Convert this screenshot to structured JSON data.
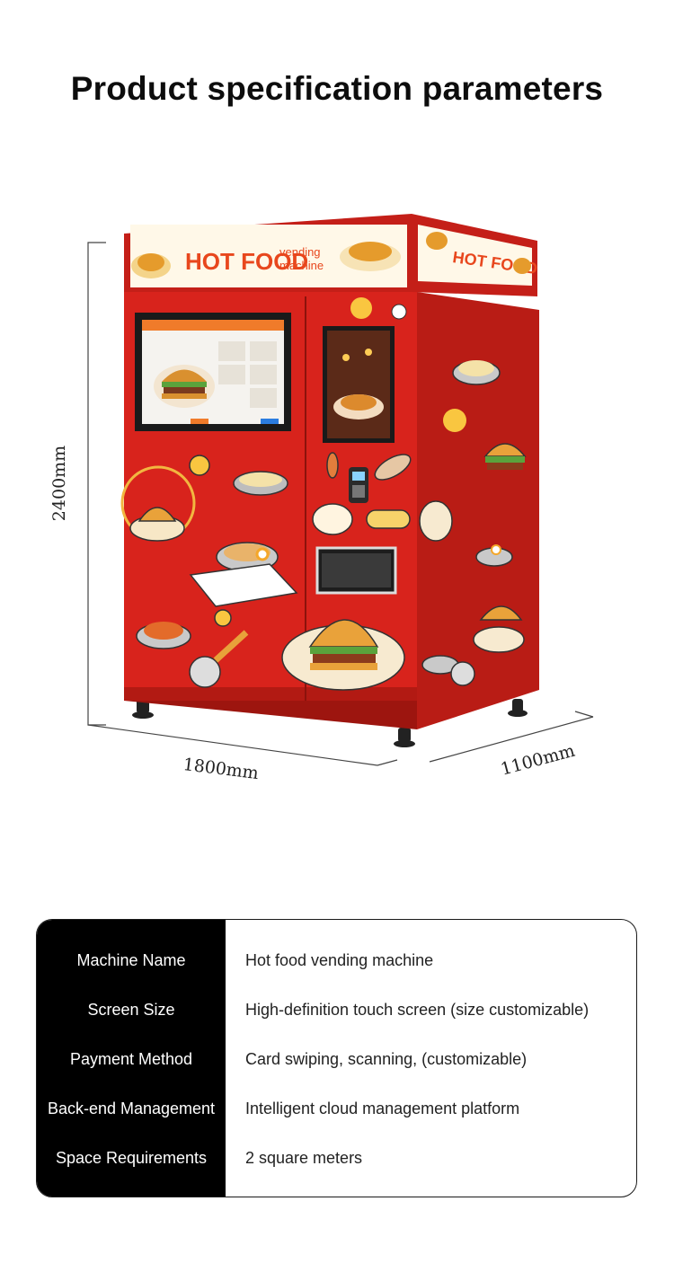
{
  "page": {
    "title": "Product specification parameters"
  },
  "machine": {
    "sign_main": "HOT FOOD",
    "sign_sub_line1": "vending",
    "sign_sub_line2": "machine"
  },
  "dimensions": {
    "height": "2400mm",
    "width": "1800mm",
    "depth": "1100mm"
  },
  "specs": [
    {
      "label": "Machine Name",
      "value": "Hot food vending machine"
    },
    {
      "label": "Screen Size",
      "value": "High-definition touch screen (size customizable)"
    },
    {
      "label": "Payment Method",
      "value": "Card swiping, scanning, (customizable)"
    },
    {
      "label": "Back-end Management",
      "value": "Intelligent cloud management platform"
    },
    {
      "label": "Space Requirements",
      "value": "2 square meters"
    }
  ],
  "colors": {
    "machine_red": "#d8231c",
    "machine_dark_red": "#a8160f",
    "sign_orange": "#e8471d",
    "table_header_bg": "#000000"
  }
}
